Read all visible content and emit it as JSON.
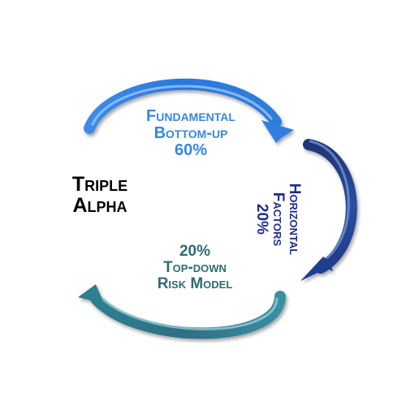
{
  "diagram": {
    "center": {
      "line1": "Triple",
      "line2": "Alpha",
      "color": "#000000"
    },
    "top_arrow": {
      "line1": "Fundamental",
      "line2": "Bottom-up",
      "value": "60%",
      "color": "#3a86e0",
      "arrow_color": "#2f7fe0"
    },
    "right_arrow": {
      "line1": "Horizontal",
      "line2": "Factors",
      "value": "20%",
      "color": "#1e2e8a",
      "arrow_color": "#1f3f8f"
    },
    "bottom_arrow": {
      "line1": "20%",
      "line2": "Top-down",
      "line3": "Risk Model",
      "color": "#2f6b74",
      "arrow_color": "#2f7f8f"
    }
  }
}
